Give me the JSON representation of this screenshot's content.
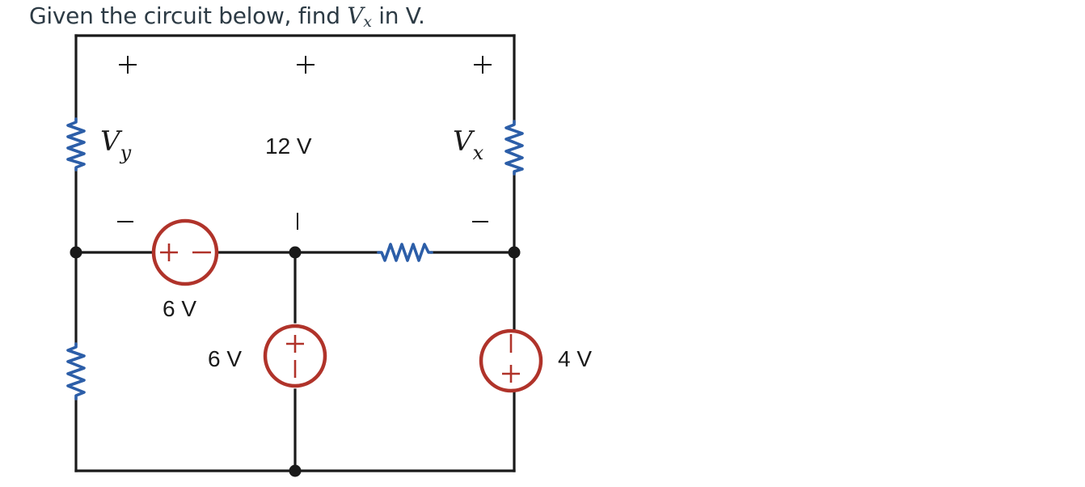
{
  "question": {
    "prefix": "Given the circuit below, find",
    "var_main": "V",
    "var_sub": "x",
    "suffix": "in V."
  },
  "circuit": {
    "labels": {
      "vy_main": "V",
      "vy_sub": "y",
      "center_voltage": "12 V",
      "vx_main": "V",
      "vx_sub": "x",
      "source_horizontal": "6 V",
      "source_middle": "6 V",
      "source_right": "4 V"
    },
    "colors": {
      "wire": "#1a1a1a",
      "resistor": "#2c5ea8",
      "source": "#b0332a"
    }
  }
}
